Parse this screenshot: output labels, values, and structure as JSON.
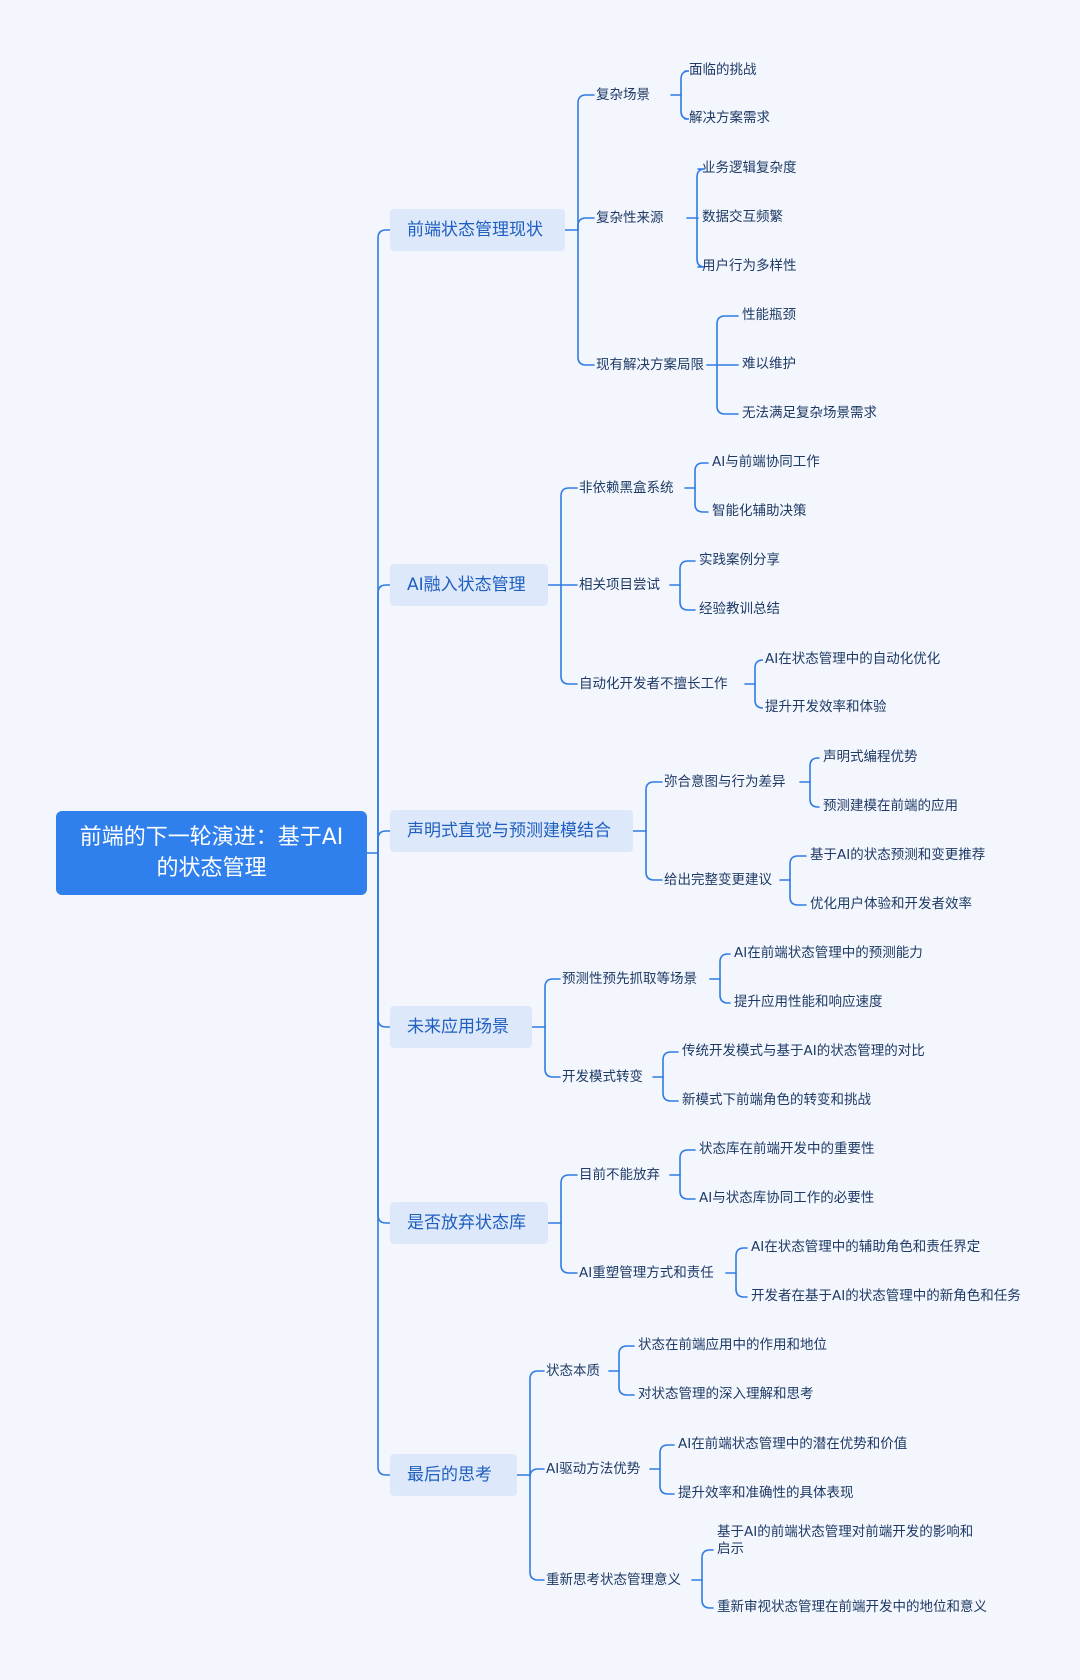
{
  "root": {
    "title": "前端的下一轮演进：基于AI的状态管理"
  },
  "line_color": "#2f7be5",
  "branches": [
    {
      "label": "前端状态管理现状",
      "children": [
        {
          "label": "复杂场景",
          "children": [
            "面临的挑战",
            "解决方案需求"
          ]
        },
        {
          "label": "复杂性来源",
          "children": [
            "业务逻辑复杂度",
            "数据交互频繁",
            "用户行为多样性"
          ]
        },
        {
          "label": "现有解决方案局限",
          "children": [
            "性能瓶颈",
            "难以维护",
            "无法满足复杂场景需求"
          ]
        }
      ]
    },
    {
      "label": "AI融入状态管理",
      "children": [
        {
          "label": "非依赖黑盒系统",
          "children": [
            "AI与前端协同工作",
            "智能化辅助决策"
          ]
        },
        {
          "label": "相关项目尝试",
          "children": [
            "实践案例分享",
            "经验教训总结"
          ]
        },
        {
          "label": "自动化开发者不擅长工作",
          "children": [
            "AI在状态管理中的自动化优化",
            "提升开发效率和体验"
          ]
        }
      ]
    },
    {
      "label": "声明式直觉与预测建模结合",
      "children": [
        {
          "label": "弥合意图与行为差异",
          "children": [
            "声明式编程优势",
            "预测建模在前端的应用"
          ]
        },
        {
          "label": "给出完整变更建议",
          "children": [
            "基于AI的状态预测和变更推荐",
            "优化用户体验和开发者效率"
          ]
        }
      ]
    },
    {
      "label": "未来应用场景",
      "children": [
        {
          "label": "预测性预先抓取等场景",
          "children": [
            "AI在前端状态管理中的预测能力",
            "提升应用性能和响应速度"
          ]
        },
        {
          "label": "开发模式转变",
          "children": [
            "传统开发模式与基于AI的状态管理的对比",
            "新模式下前端角色的转变和挑战"
          ]
        }
      ]
    },
    {
      "label": "是否放弃状态库",
      "children": [
        {
          "label": "目前不能放弃",
          "children": [
            "状态库在前端开发中的重要性",
            "AI与状态库协同工作的必要性"
          ]
        },
        {
          "label": "AI重塑管理方式和责任",
          "children": [
            "AI在状态管理中的辅助角色和责任界定",
            "开发者在基于AI的状态管理中的新角色和任务"
          ]
        }
      ]
    },
    {
      "label": "最后的思考",
      "children": [
        {
          "label": "状态本质",
          "children": [
            "状态在前端应用中的作用和地位",
            "对状态管理的深入理解和思考"
          ]
        },
        {
          "label": "AI驱动方法优势",
          "children": [
            "AI在前端状态管理中的潜在优势和价值",
            "提升效率和准确性的具体表现"
          ]
        },
        {
          "label": "重新思考状态管理意义",
          "children": [
            "基于AI的前端状态管理对前端开发的影响和启示",
            "重新审视状态管理在前端开发中的地位和意义"
          ]
        }
      ]
    }
  ]
}
